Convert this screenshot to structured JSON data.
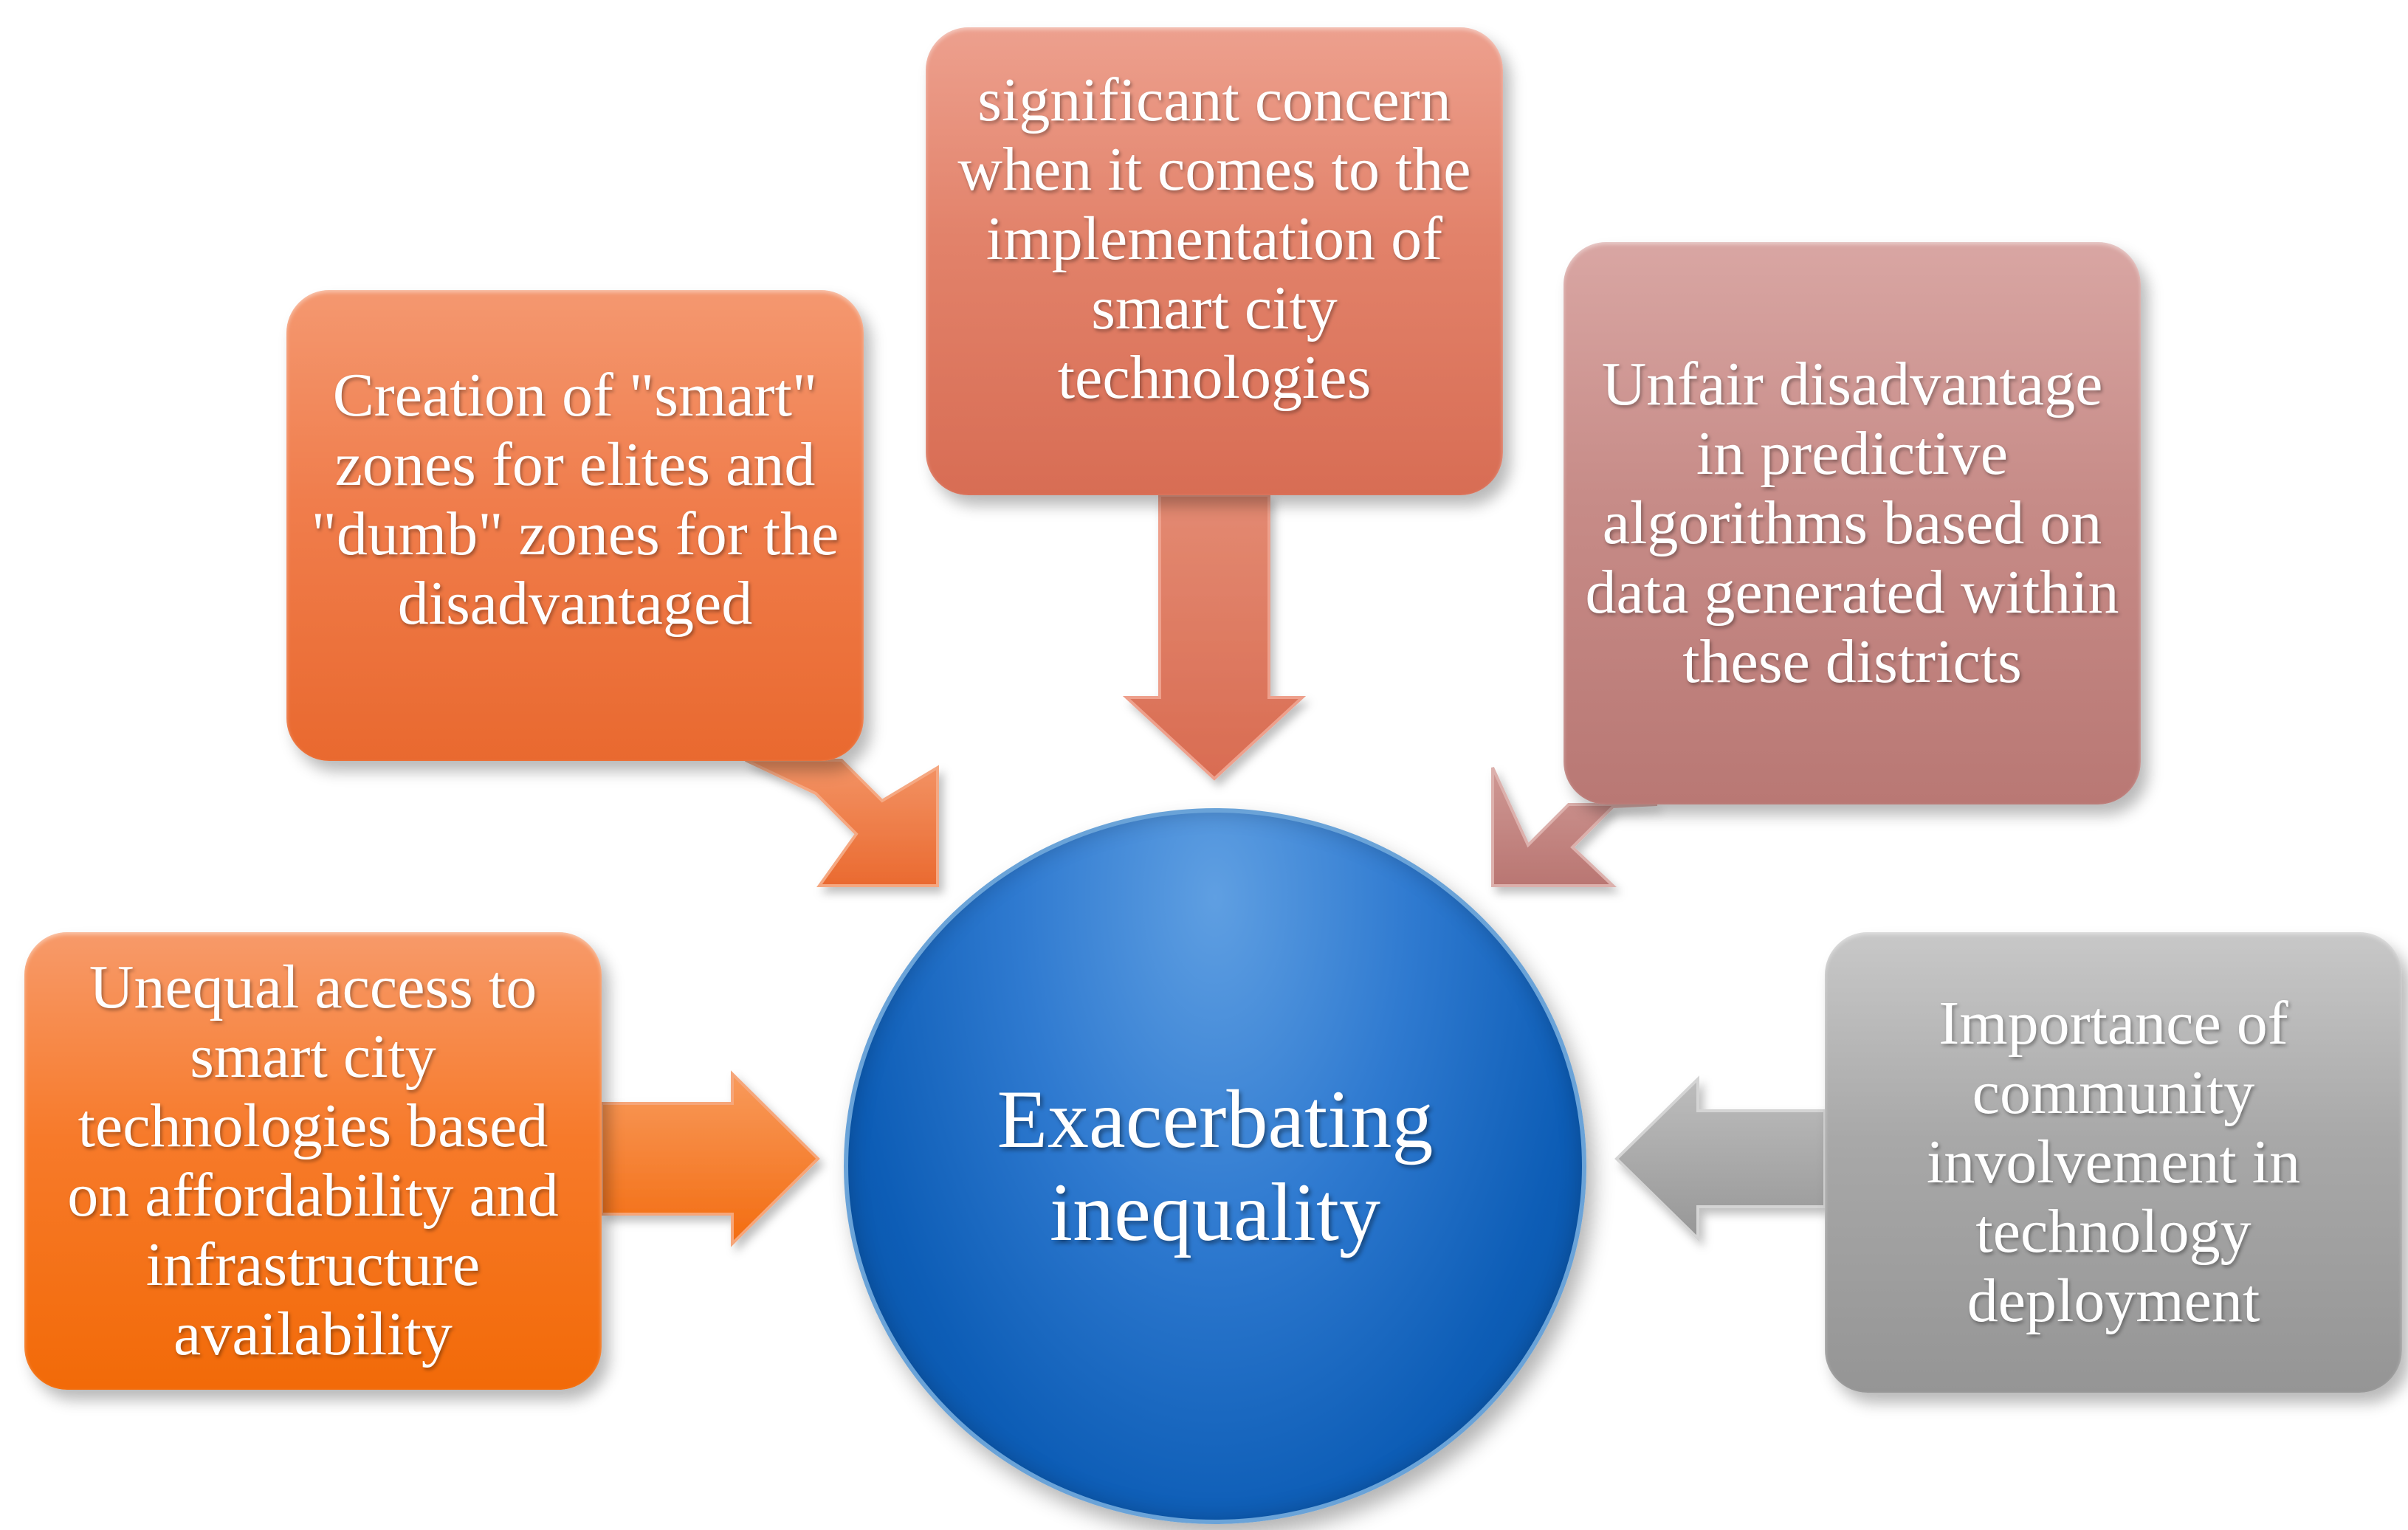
{
  "center": {
    "label": "Exacerbating inequality",
    "color": "#0d5db6"
  },
  "boxes": {
    "left": {
      "text": "Unequal access to smart city technologies based on affordability and infrastructure availability",
      "color": "#f77a2a"
    },
    "upper_left": {
      "text": "Creation of \"smart\" zones for elites and \"dumb\" zones for the disadvantaged",
      "color": "#f07d4c"
    },
    "top": {
      "text": "significant concern when it comes to the implementation of smart city technologies",
      "color": "#e2826a"
    },
    "upper_right": {
      "text": "Unfair disadvantage in predictive algorithms based on data generated within these districts",
      "color": "#c78c88"
    },
    "right": {
      "text": "Importance of community involvement in technology deployment",
      "color": "#a8a8a8"
    }
  }
}
